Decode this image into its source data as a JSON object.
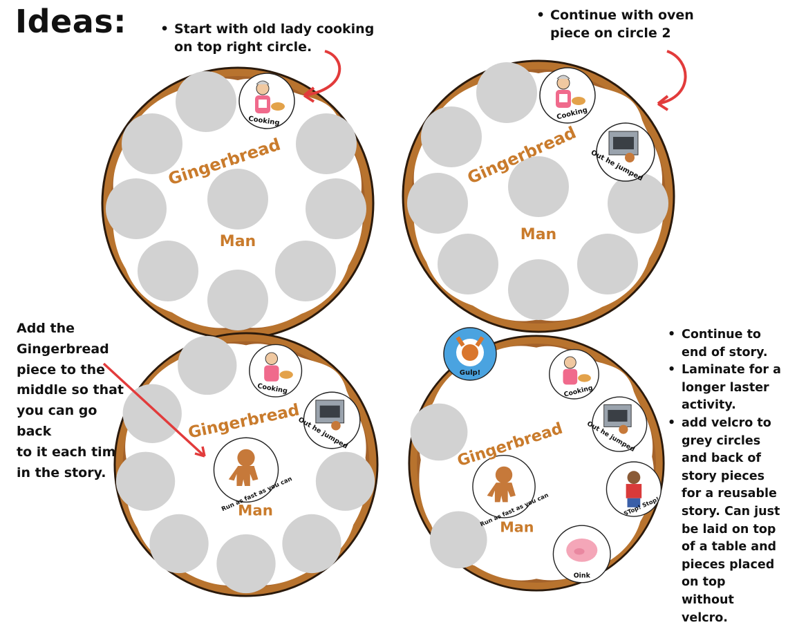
{
  "heading": "Ideas:",
  "note_1": [
    "Start with old lady cooking",
    "on top right circle."
  ],
  "note_2": [
    "Continue with oven",
    "piece on circle 2"
  ],
  "note_3": [
    "Add the",
    "Gingerbread",
    "piece to the",
    "middle so that",
    "you can go back",
    "to it each time",
    "in the story."
  ],
  "note_4": {
    "items": [
      "Continue to end of story.",
      "Laminate for a longer laster activity.",
      "add velcro to grey circles and back of story pieces for a reusable story.  Can just be laid on top of a table and pieces placed on top without velcro."
    ]
  },
  "board": {
    "title_top": "Gingerbread",
    "title_bottom": "Man"
  },
  "pieces": {
    "cooking": "Cooking",
    "oven": "Out he jumped",
    "run": "Run as fast as you can",
    "stop": "STop! Stop!",
    "oink": "Oink",
    "gulp": "Gulp!"
  },
  "colors": {
    "crust": "#b8732e",
    "crust_dark": "#7a4a1e",
    "slot": "#d2d2d2",
    "label": "#c97b2c",
    "arrow": "#e23b3b"
  }
}
